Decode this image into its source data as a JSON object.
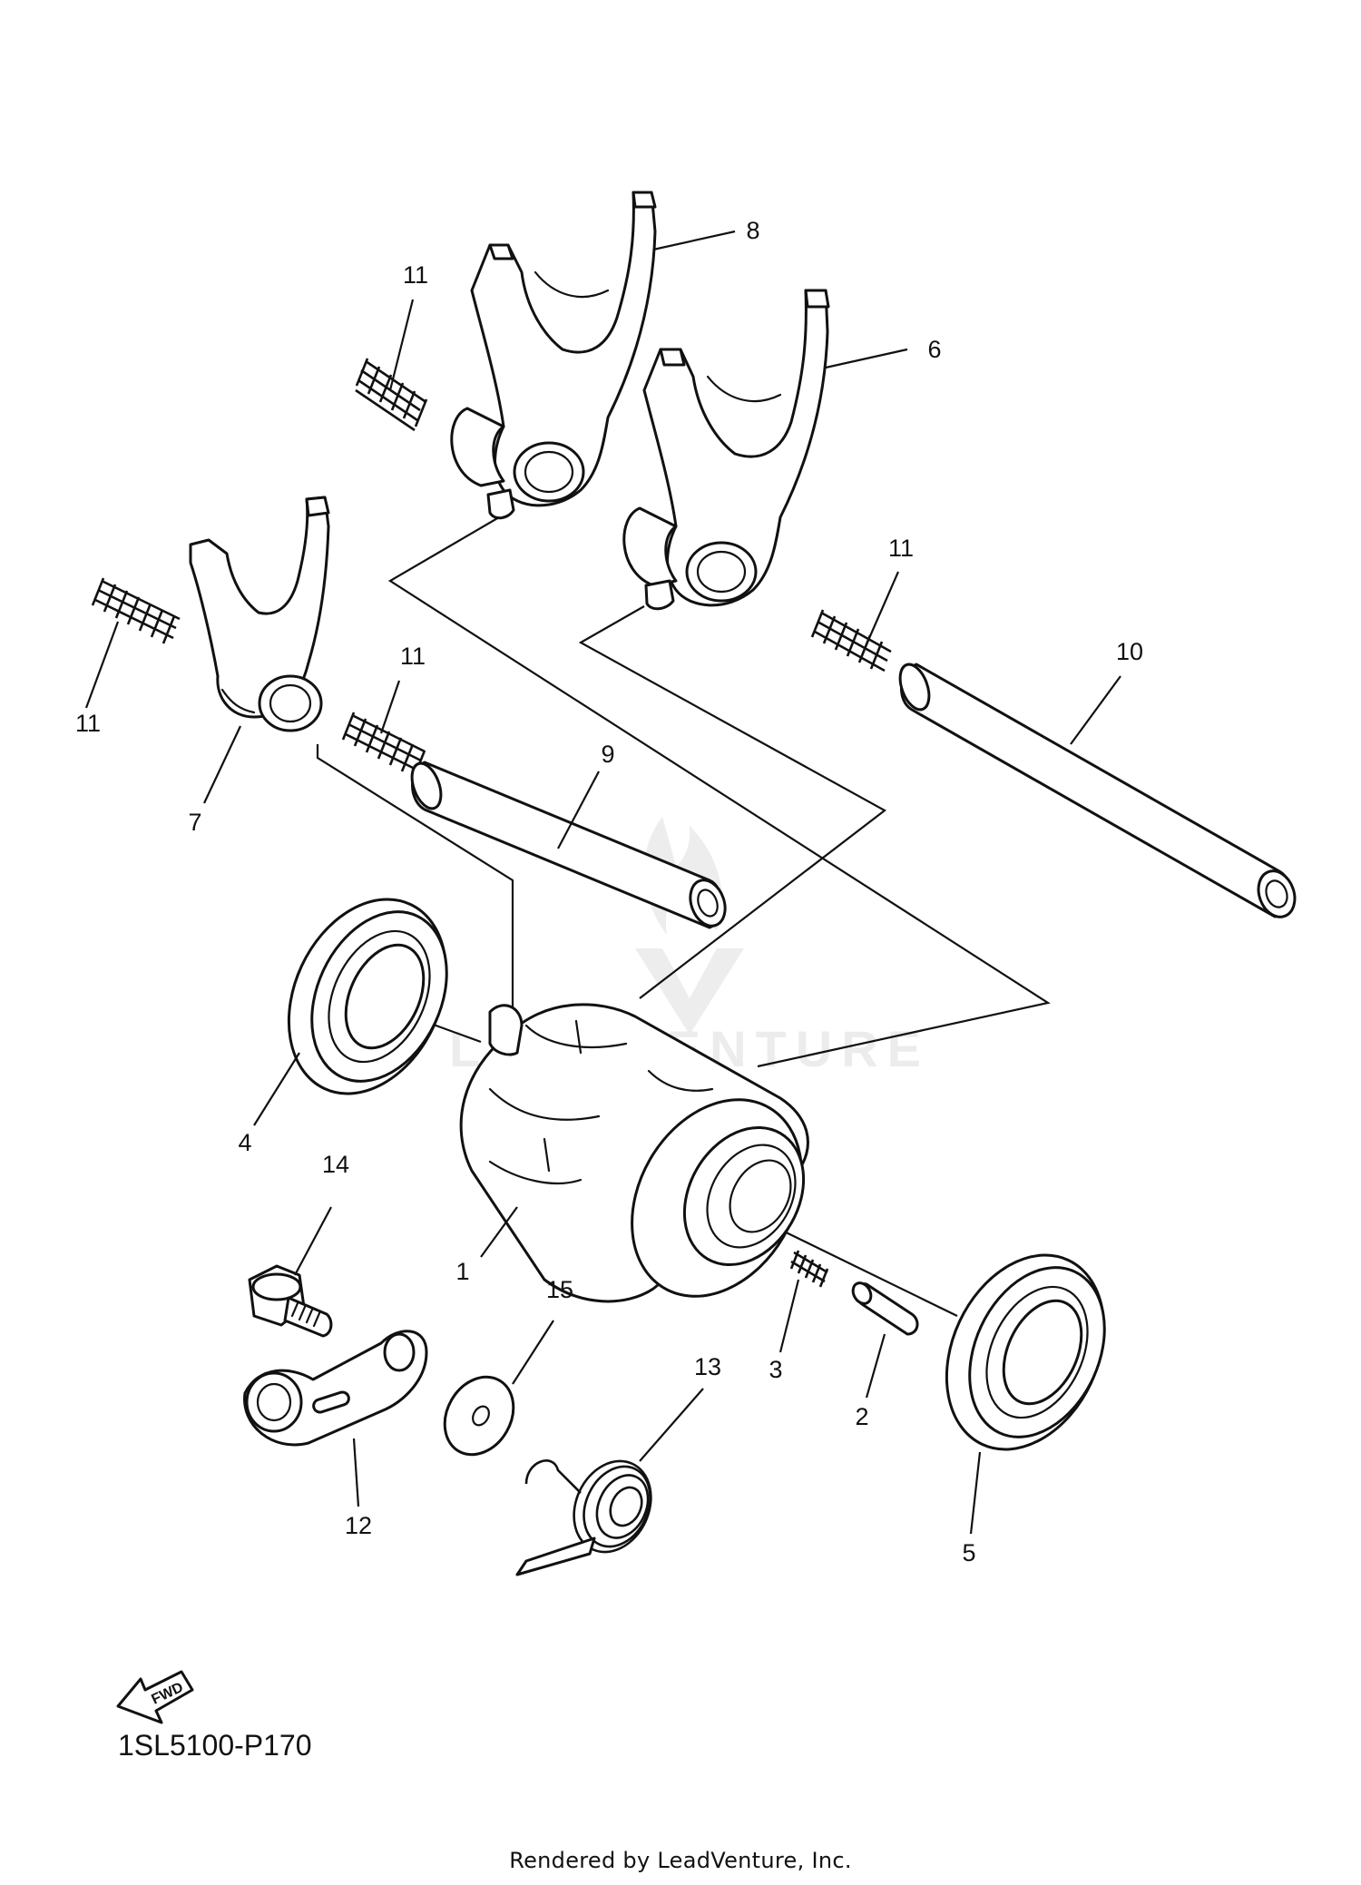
{
  "diagram": {
    "code": "1SL5100-P170",
    "rendered_by": "Rendered by LeadVenture, Inc.",
    "watermark": "LEADVENTURE",
    "fwd_label": "FWD",
    "callouts": {
      "c1": "1",
      "c2": "2",
      "c3": "3",
      "c4": "4",
      "c5": "5",
      "c6": "6",
      "c7": "7",
      "c8": "8",
      "c9": "9",
      "c10": "10",
      "c11a": "11",
      "c11b": "11",
      "c11c": "11",
      "c11d": "11",
      "c12": "12",
      "c13": "13",
      "c14": "14",
      "c15": "15"
    }
  }
}
